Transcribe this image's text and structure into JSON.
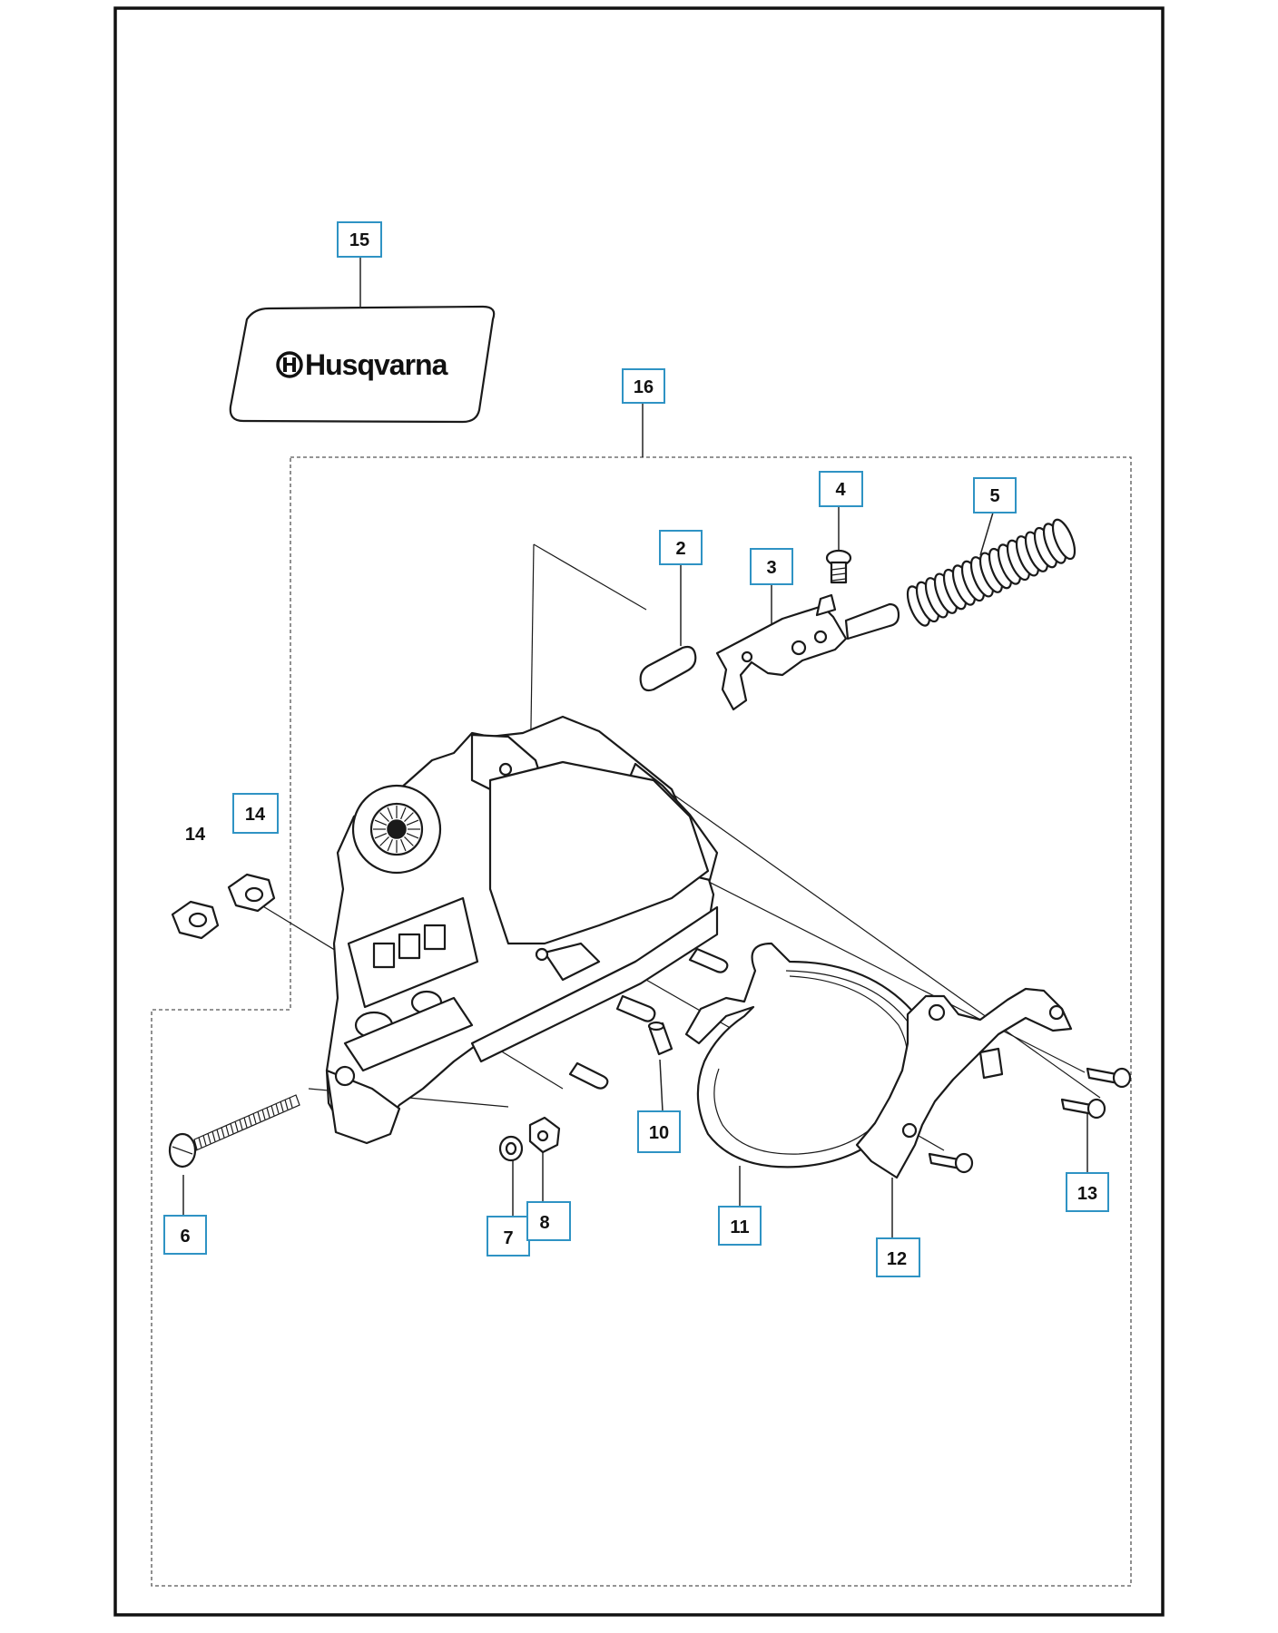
{
  "brand": {
    "logo_text": "Husqvarna"
  },
  "colors": {
    "frame": "#111111",
    "callout_border": "#2f93c4",
    "line": "#1a1a1a"
  },
  "callouts": [
    {
      "id": "c15",
      "label": "15",
      "boxed": true
    },
    {
      "id": "c16",
      "label": "16",
      "boxed": true
    },
    {
      "id": "c2",
      "label": "2",
      "boxed": true
    },
    {
      "id": "c3",
      "label": "3",
      "boxed": true
    },
    {
      "id": "c4",
      "label": "4",
      "boxed": true
    },
    {
      "id": "c5",
      "label": "5",
      "boxed": true
    },
    {
      "id": "c14a",
      "label": "14",
      "boxed": false
    },
    {
      "id": "c14b",
      "label": "14",
      "boxed": true
    },
    {
      "id": "c6",
      "label": "6",
      "boxed": true
    },
    {
      "id": "c7",
      "label": "7",
      "boxed": true
    },
    {
      "id": "c8",
      "label": "8",
      "boxed": true
    },
    {
      "id": "c10",
      "label": "10",
      "boxed": true
    },
    {
      "id": "c11",
      "label": "11",
      "boxed": true
    },
    {
      "id": "c12",
      "label": "12",
      "boxed": true
    },
    {
      "id": "c13",
      "label": "13",
      "boxed": true
    }
  ]
}
